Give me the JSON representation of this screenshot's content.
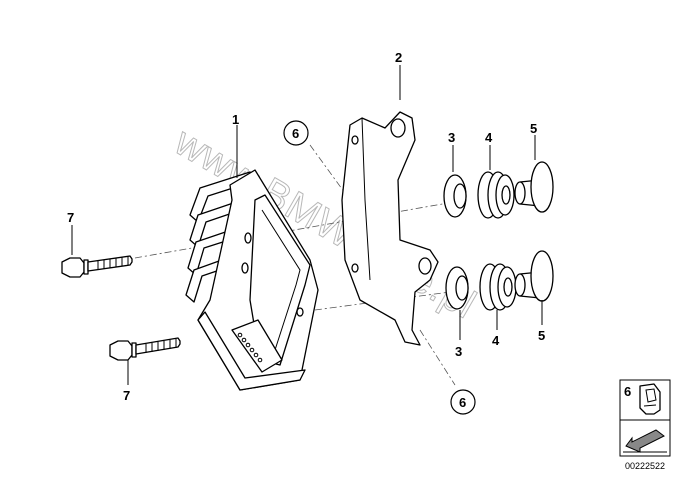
{
  "diagram": {
    "callouts": [
      {
        "id": "c1",
        "text": "1"
      },
      {
        "id": "c2",
        "text": "2"
      },
      {
        "id": "c3a",
        "text": "3"
      },
      {
        "id": "c4a",
        "text": "4"
      },
      {
        "id": "c5a",
        "text": "5"
      },
      {
        "id": "c6a",
        "text": "6"
      },
      {
        "id": "c7a",
        "text": "7"
      },
      {
        "id": "c7b",
        "text": "7"
      },
      {
        "id": "c3b",
        "text": "3"
      },
      {
        "id": "c4b",
        "text": "4"
      },
      {
        "id": "c5b",
        "text": "5"
      },
      {
        "id": "c6b",
        "text": "6"
      }
    ],
    "watermark": "www.BMWstore.pl",
    "legend": {
      "label": "6",
      "reference_number": "00222522"
    }
  }
}
